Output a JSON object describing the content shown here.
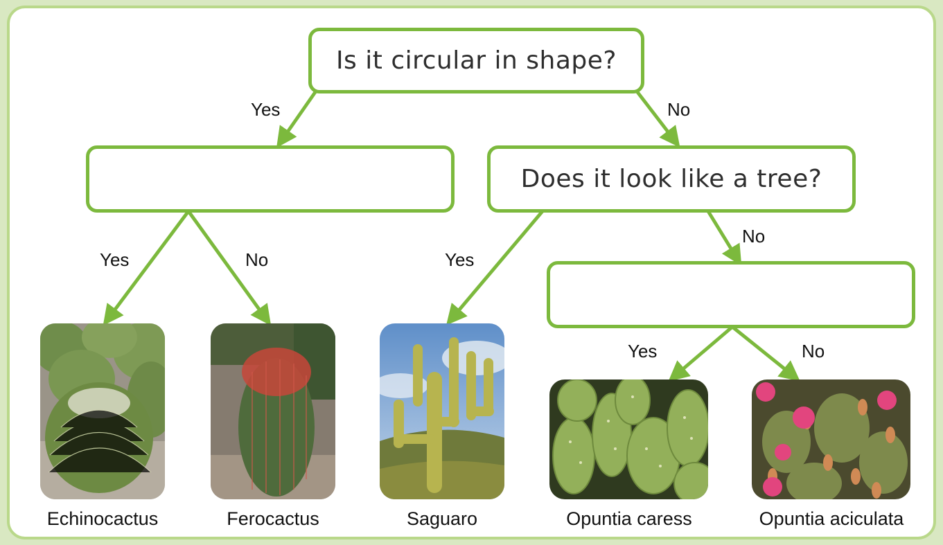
{
  "questions": {
    "root": "Is it circular in shape?",
    "left": "",
    "right": "Does it look like a tree?",
    "lower_right": ""
  },
  "edge_labels": {
    "root_left": "Yes",
    "root_right": "No",
    "left_left": "Yes",
    "left_right": "No",
    "right_left": "Yes",
    "right_right": "No",
    "lower_left": "Yes",
    "lower_right": "No"
  },
  "cacti": [
    {
      "name": "Echinocactus"
    },
    {
      "name": "Ferocactus"
    },
    {
      "name": "Saguaro"
    },
    {
      "name": "Opuntia caress"
    },
    {
      "name": "Opuntia aciculata"
    }
  ],
  "colors": {
    "accent": "#7cb93d",
    "frame": "#b9d88a",
    "background": "#d9e8c2"
  }
}
